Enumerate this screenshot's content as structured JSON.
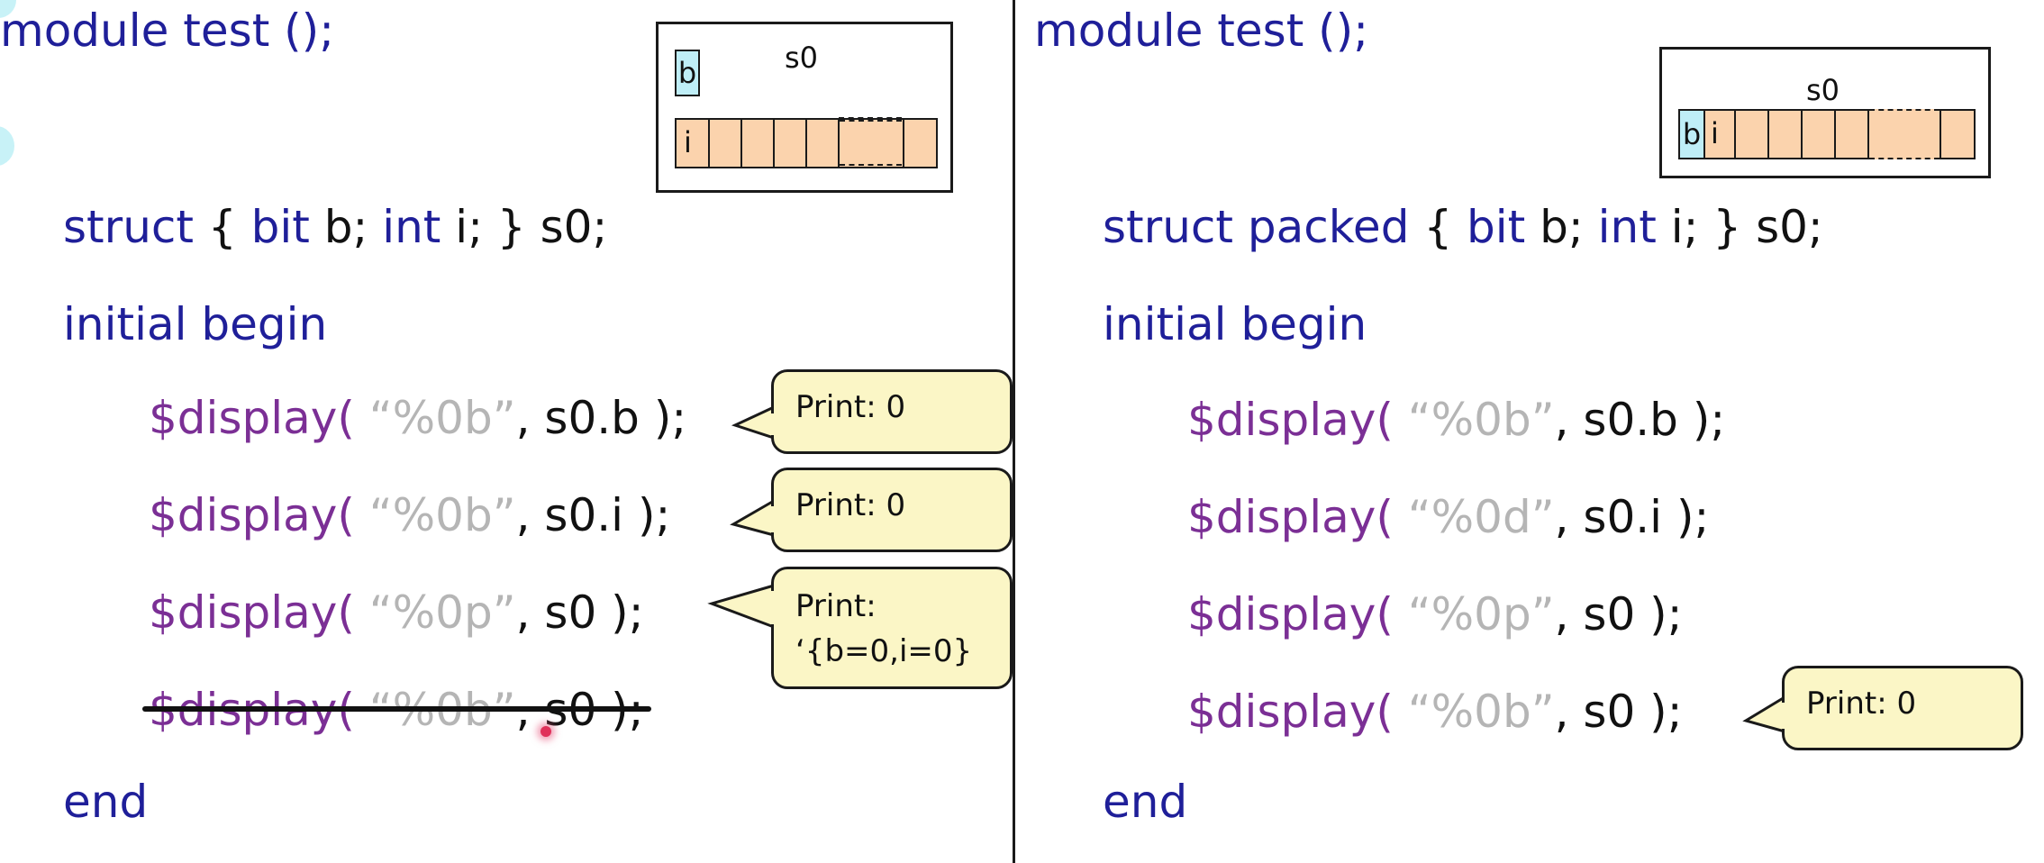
{
  "left": {
    "module_line": "module test ();",
    "struct_line": {
      "kw1": "struct",
      "brace_open": " { ",
      "kw2": "bit",
      "f1": " b; ",
      "kw3": "int",
      "f2": " i; } s0;"
    },
    "initial_line": "initial begin",
    "displays": [
      {
        "fn": "$display",
        "open": "( ",
        "fmt": "“%0b”",
        "args": ", s0.b );"
      },
      {
        "fn": "$display",
        "open": "( ",
        "fmt": "“%0b”",
        "args": ", s0.i );"
      },
      {
        "fn": "$display",
        "open": "( ",
        "fmt": "“%0p”",
        "args": ", s0 );"
      },
      {
        "fn": "$display",
        "open": "( ",
        "fmt": "“%0b”",
        "args": ", s0 );",
        "struck_out": true
      }
    ],
    "end_line": "end",
    "callouts": [
      {
        "text": "Print: 0"
      },
      {
        "text": "Print: 0"
      },
      {
        "text": "Print:\n‘{b=0,i=0}"
      }
    ],
    "diagram": {
      "var_label": "s0",
      "cell_b": "b",
      "cell_i": "i"
    }
  },
  "right": {
    "module_line": "module test ();",
    "struct_line": {
      "kw1": "struct packed",
      "brace_open": " { ",
      "kw2": "bit",
      "f1": " b; ",
      "kw3": "int",
      "f2": " i; } s0;"
    },
    "initial_line": "initial begin",
    "displays": [
      {
        "fn": "$display",
        "open": "( ",
        "fmt": "“%0b”",
        "args": ", s0.b );"
      },
      {
        "fn": "$display",
        "open": "( ",
        "fmt": "“%0d”",
        "args": ", s0.i );"
      },
      {
        "fn": "$display",
        "open": "( ",
        "fmt": "“%0p”",
        "args": ", s0 );"
      },
      {
        "fn": "$display",
        "open": "( ",
        "fmt": "“%0b”",
        "args": ", s0 );"
      }
    ],
    "end_line": "end",
    "callouts": [
      {
        "text": "Print: 0"
      }
    ],
    "diagram": {
      "var_label": "s0",
      "cell_b": "b",
      "cell_i": "i"
    }
  },
  "colors": {
    "keyword": "#1f1f99",
    "function": "#7b2f95",
    "string": "#b5b5b5",
    "callout_fill": "#fbf6c6",
    "cell_b_fill": "#bfeef7",
    "cell_i_fill": "#fbd3ad"
  }
}
